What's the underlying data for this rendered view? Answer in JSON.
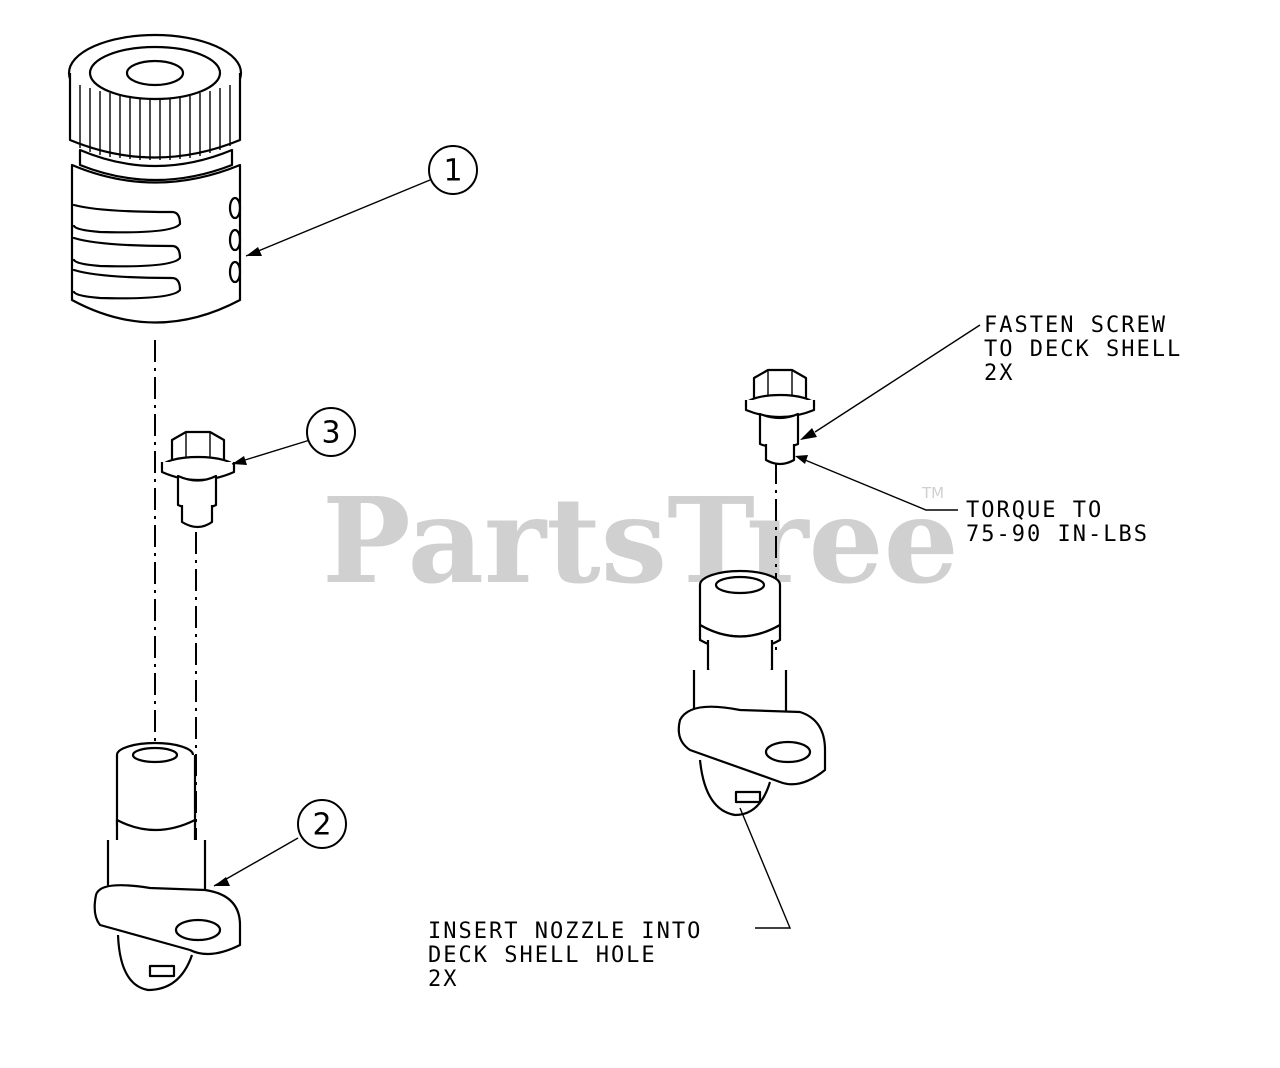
{
  "watermark": {
    "brand": "PartsTree",
    "trademark": "TM"
  },
  "callouts": [
    {
      "id": "1",
      "label": "1"
    },
    {
      "id": "2",
      "label": "2"
    },
    {
      "id": "3",
      "label": "3"
    }
  ],
  "notes": {
    "fasten": [
      "FASTEN SCREW",
      "TO DECK SHELL",
      "2X"
    ],
    "torque": [
      "TORQUE TO",
      "75-90 IN-LBS"
    ],
    "insert": [
      "INSERT NOZZLE INTO",
      "DECK SHELL HOLE",
      "2X"
    ]
  },
  "icons": {
    "part1": "quick-connect-coupler-icon",
    "part2": "nozzle-icon",
    "part3": "hex-flange-screw-icon"
  }
}
